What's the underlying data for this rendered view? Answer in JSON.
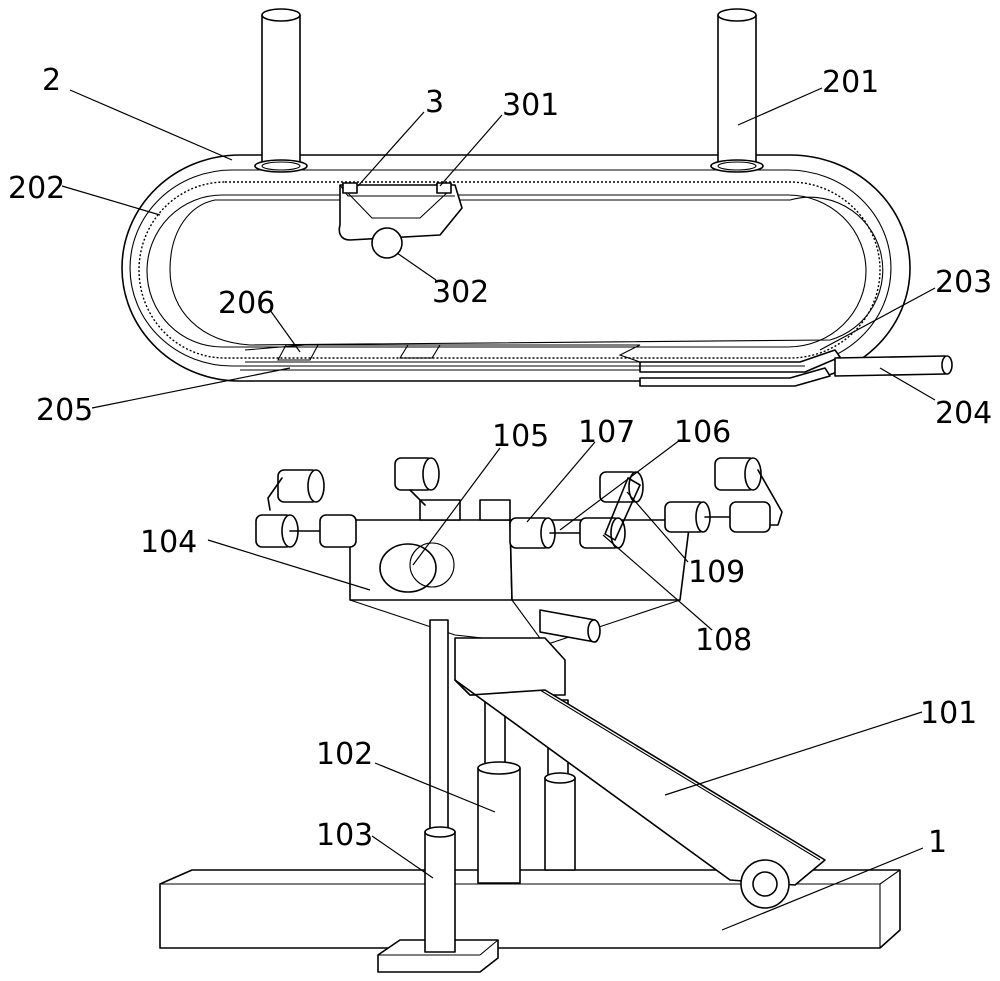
{
  "labels": {
    "l2": "2",
    "l201": "201",
    "l202": "202",
    "l3": "3",
    "l301": "301",
    "l302": "302",
    "l203": "203",
    "l204": "204",
    "l205": "205",
    "l206": "206",
    "l105": "105",
    "l107": "107",
    "l106": "106",
    "l104": "104",
    "l109": "109",
    "l108": "108",
    "l101": "101",
    "l102": "102",
    "l103": "103",
    "l1": "1"
  }
}
